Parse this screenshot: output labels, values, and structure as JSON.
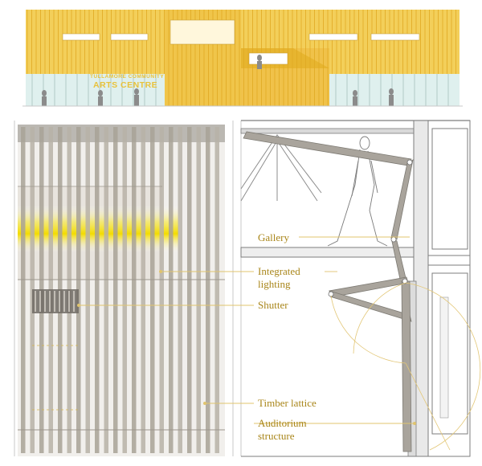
{
  "elevation": {
    "sign_line1": "TULLAMORE COMMUNITY",
    "sign_line2": "ARTS CENTRE"
  },
  "labels": {
    "gallery": "Gallery",
    "integrated_lighting_1": "Integrated",
    "integrated_lighting_2": "lighting",
    "shutter": "Shutter",
    "timber_lattice": "Timber lattice",
    "auditorium_1": "Auditorium",
    "auditorium_2": "structure"
  },
  "colors": {
    "facade_yellow": "#f2c94c",
    "label_gold": "#a9861a",
    "slat_grey": "#bdb7ad",
    "lighting_yellow": "#f5e100"
  }
}
